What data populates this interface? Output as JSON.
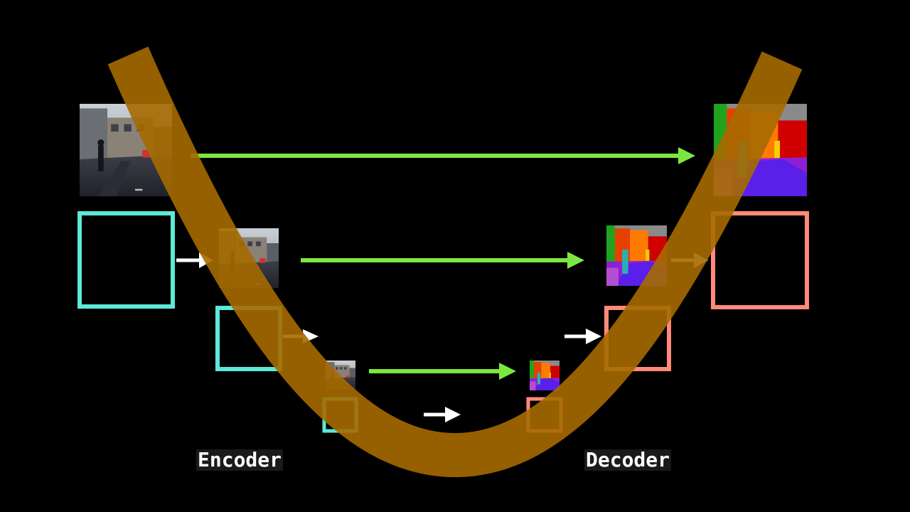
{
  "labels": {
    "encoder": "Encoder",
    "decoder": "Decoder"
  },
  "colors": {
    "background": "#000000",
    "u_curve": "#a66a00",
    "skip_arrow": "#7be840",
    "encoder_box": "#5de8d8",
    "decoder_box": "#ff8a78",
    "pool_arrow": "#ffffff",
    "upsample_arrow": "#ffc060"
  },
  "encoder": {
    "levels": [
      {
        "level": 1,
        "content": "street-photo"
      },
      {
        "level": 2,
        "content": "feature-map"
      },
      {
        "level": 3,
        "content": "feature-map"
      },
      {
        "level": 4,
        "content": "feature-map"
      }
    ]
  },
  "decoder": {
    "levels": [
      {
        "level": 1,
        "content": "segmentation-map"
      },
      {
        "level": 2,
        "content": "feature-map"
      },
      {
        "level": 3,
        "content": "feature-map"
      },
      {
        "level": 4,
        "content": "feature-map"
      }
    ]
  }
}
